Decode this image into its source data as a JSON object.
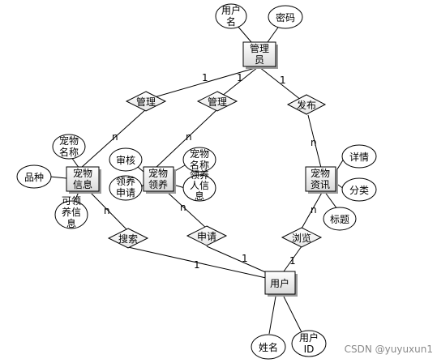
{
  "entities": {
    "admin": [
      "管理",
      "员"
    ],
    "pet_info": [
      "宠物",
      "信息"
    ],
    "pet_adopt": [
      "宠物",
      "领养"
    ],
    "pet_news": [
      "宠物",
      "资讯"
    ],
    "user": [
      "用户"
    ]
  },
  "relationships": {
    "manage1": "管理",
    "manage2": "管理",
    "publish": "发布",
    "search": "搜索",
    "apply": "申请",
    "browse": "浏览"
  },
  "attributes": {
    "admin_username": [
      "用户",
      "名"
    ],
    "admin_password": [
      "密码"
    ],
    "pet_name_1": [
      "宠物",
      "名称"
    ],
    "breed": [
      "品种"
    ],
    "adoptable_info": [
      "可领",
      "养信",
      "息"
    ],
    "review": [
      "审核"
    ],
    "adopt_apply": [
      "领养",
      "申请"
    ],
    "pet_name_2": [
      "宠物",
      "名称"
    ],
    "adopter_info": [
      "领养",
      "人信",
      "息"
    ],
    "details": [
      "详情"
    ],
    "category": [
      "分类"
    ],
    "title": [
      "标题"
    ],
    "user_name": [
      "姓名"
    ],
    "user_id": [
      "用户",
      "ID"
    ]
  },
  "cardinalities": {
    "admin_manage1": "1",
    "admin_manage2": "1",
    "admin_publish": "1",
    "manage1_petinfo": "n",
    "manage2_adopt": "n",
    "publish_news": "n",
    "petinfo_search": "n",
    "search_user": "1",
    "adopt_apply": "n",
    "apply_user": "1",
    "news_browse": "n",
    "browse_user": "1"
  },
  "watermark": "CSDN @yuyuxun1"
}
